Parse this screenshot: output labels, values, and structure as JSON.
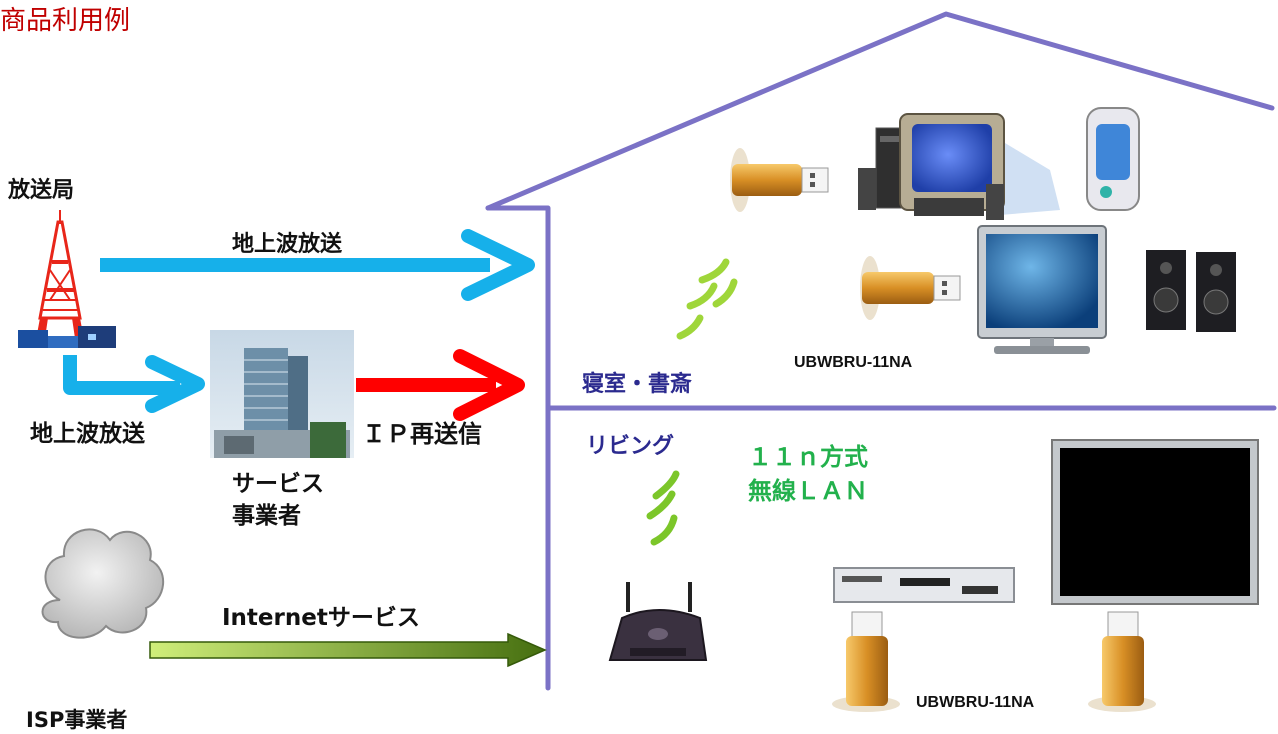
{
  "title": "商品利用例",
  "labels": {
    "broadcaster": "放送局",
    "terrestrial_top": "地上波放送",
    "terrestrial_bottom": "地上波放送",
    "ip_retransmit": "ＩＰ再送信",
    "service_provider": "サービス\n事業者",
    "internet_service": "Internetサービス",
    "isp": "ISP事業者",
    "bedroom": "寝室・書斎",
    "living": "リビング",
    "wireless": "１１ｎ方式\n無線ＬＡＮ",
    "model_top": "UBWBRU-11NA",
    "model_bottom": "UBWBRU-11NA"
  },
  "colors": {
    "title": "#c00000",
    "house": "#7b72c6",
    "arrow_blue": "#16b0ea",
    "arrow_red": "#ff0000",
    "arrow_green_start": "#c6e96b",
    "arrow_green_end": "#4e7d12",
    "wireless_text": "#22b14c",
    "room_text": "#2b2a8f"
  },
  "icons": [
    "tower-icon",
    "building-photo",
    "cloud-icon",
    "usb-adapter-icon",
    "desktop-pc-icon",
    "pda-icon",
    "lcd-tv-icon",
    "speaker-icon",
    "wifi-signal-icon",
    "wireless-router-icon",
    "dvd-recorder-icon",
    "monitor-icon"
  ]
}
